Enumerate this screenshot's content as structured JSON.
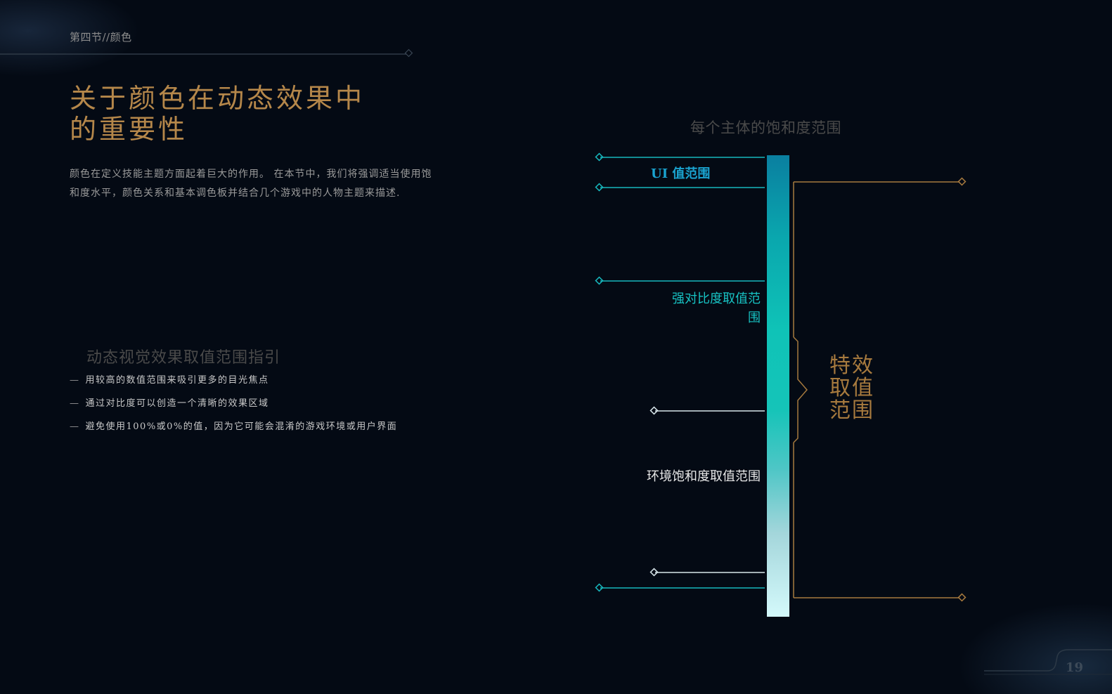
{
  "header": {
    "section_label": "第四节//颜色"
  },
  "title": "关于颜色在动态效果中的重要性",
  "intro": "颜色在定义技能主题方面起着巨大的作用。 在本节中，我们将强调适当使用饱和度水平，颜色关系和基本调色板并结合几个游戏中的人物主题来描述.",
  "guide": {
    "title": "动态视觉效果取值范围指引",
    "items": [
      "用较高的数值范围来吸引更多的目光焦点",
      "通过对比度可以创造一个清晰的效果区域",
      "避免使用100%或0%的值，因为它可能会混淆的游戏环境或用户界面"
    ],
    "dash": "—"
  },
  "diagram": {
    "title": "每个主体的饱和度范围",
    "labels": {
      "ui_range": "UI 值范围",
      "contrast_range": "强对比度取值范围",
      "environment_range": "环境饱和度取值范围",
      "effect_range": "特效取值范围"
    },
    "colors": {
      "bar_top": "#0a7fa0",
      "bar_mid": "#15c4b8",
      "bar_bottom": "#d4f9fb",
      "cyan_line": "#17b8bd",
      "white_line": "#d8e6ea",
      "gold_line": "#a77a3e"
    }
  },
  "footer": {
    "page_number": "19"
  }
}
